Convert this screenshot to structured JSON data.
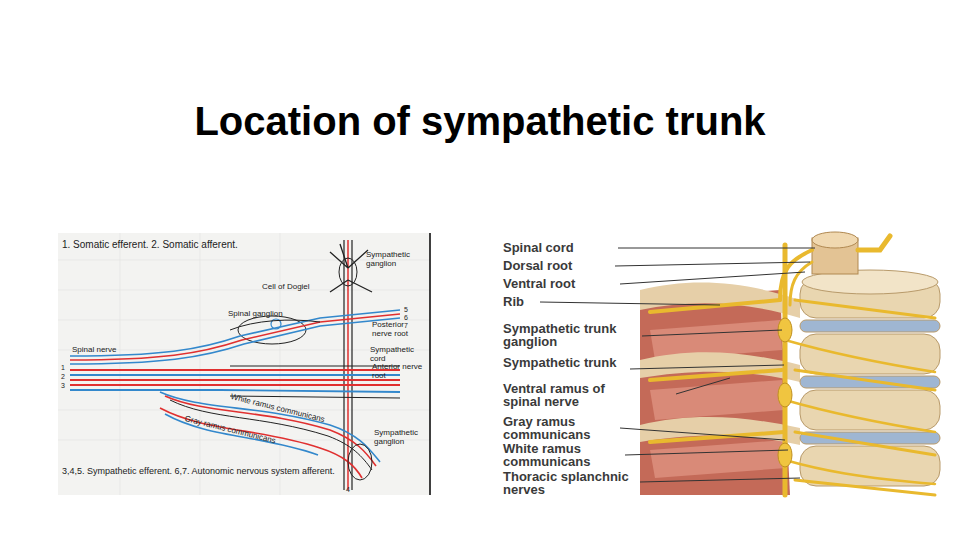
{
  "diagram": {
    "title": "Location of sympathetic trunk",
    "labels": [
      "1. Somatic efferent. 2. Somatic afferent.",
      "Sympathetic ganglion",
      "Cell of Dogiel",
      "Spinal ganglion",
      "Spinal nerve",
      "Posterior nerve root",
      "Sympathetic cord",
      "Anterior nerve root",
      "White ramus communicans",
      "Gray ramus communicans",
      "Sympathetic ganglion",
      "3,4,5. Sympathetic efferent. 6,7. Autonomic nervous system afferent.",
      "1",
      "2",
      "3",
      "5",
      "6",
      "7",
      "4",
      "Spinal cord",
      "Dorsal root",
      "Ventral root",
      "Rib",
      "Sympathetic trunk ganglion",
      "Sympathetic trunk",
      "Ventral ramus of spinal nerve",
      "Gray ramus communicans",
      "White ramus communicans",
      "Thoracic splanchnic nerves"
    ]
  }
}
